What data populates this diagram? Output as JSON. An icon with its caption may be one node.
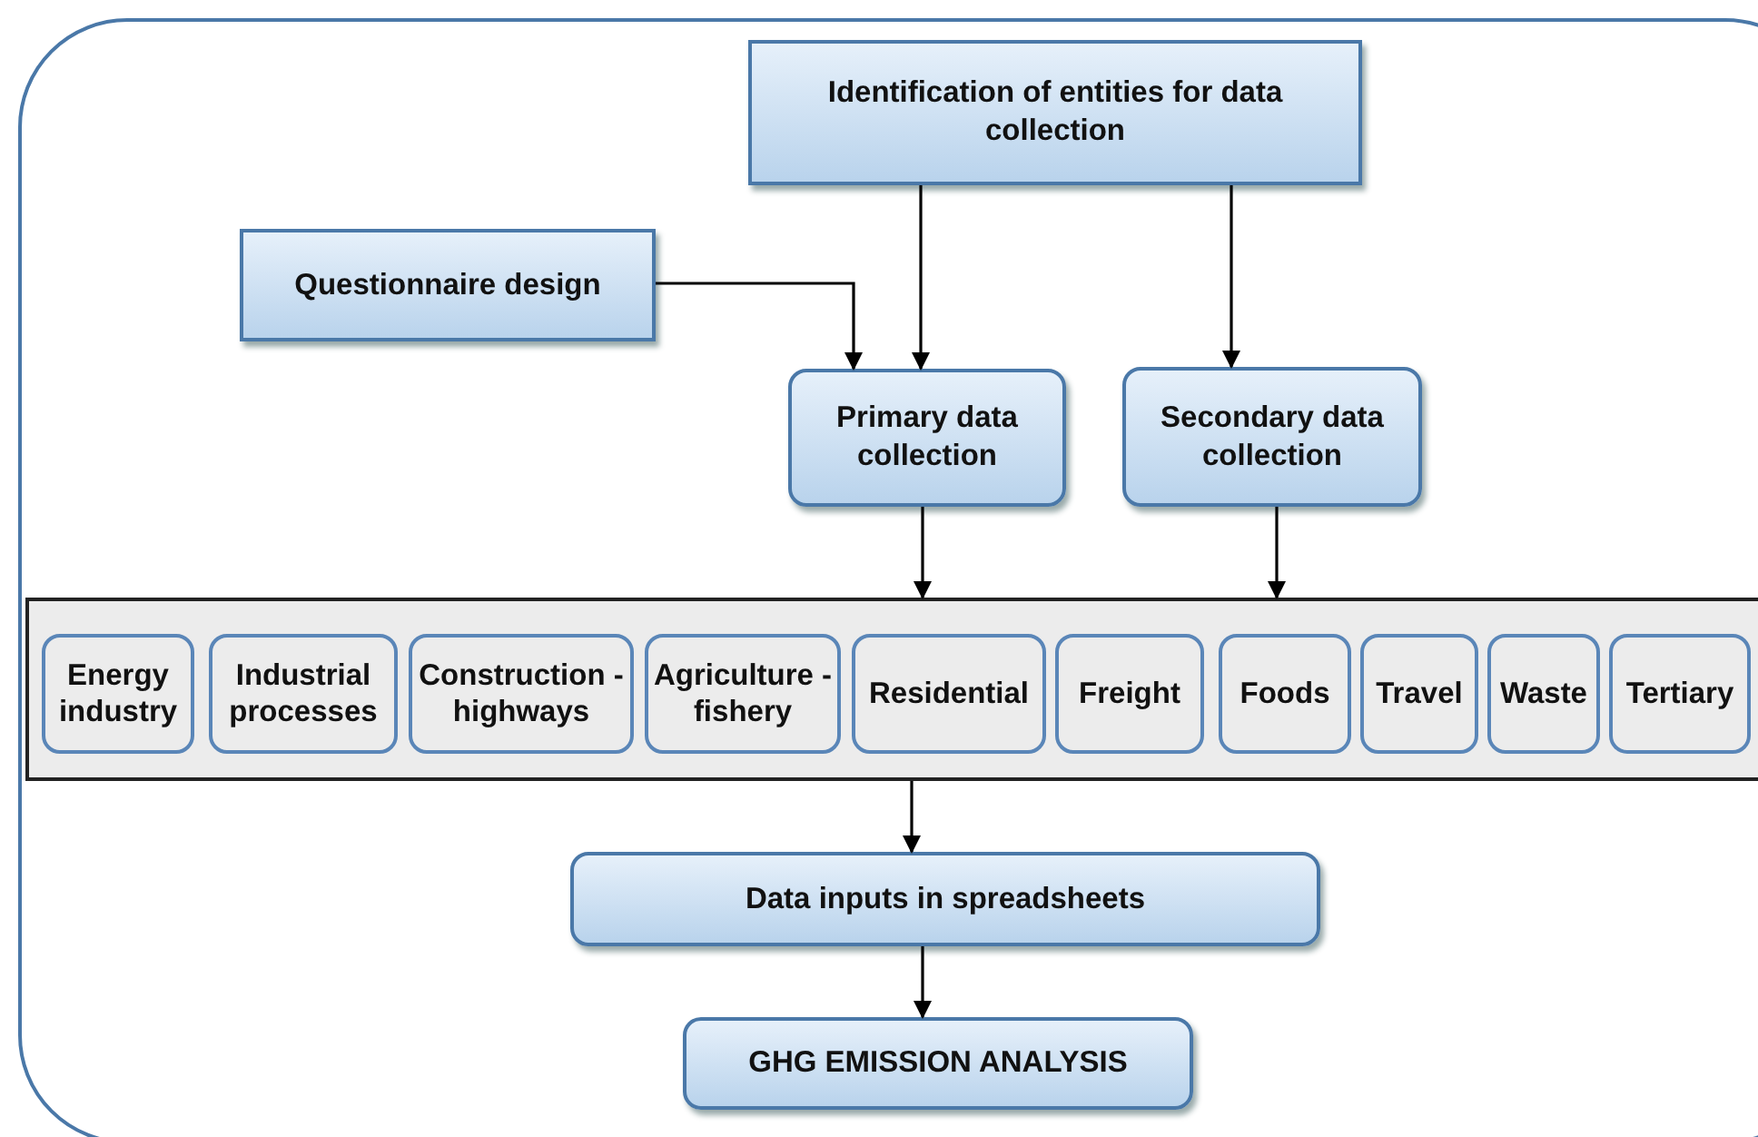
{
  "diagram": {
    "nodes": [
      {
        "text": [
          "Identification of entities for data collection"
        ]
      },
      {
        "text": [
          "Questionnaire design"
        ]
      },
      {
        "text": [
          "Primary data collection"
        ]
      },
      {
        "text": [
          "Secondary data collection"
        ]
      },
      {
        "text": [],
        "shape": "band"
      },
      {
        "text": [
          "Energy industry"
        ],
        "in": 4
      },
      {
        "text": [
          "Industrial processes"
        ],
        "in": 4
      },
      {
        "text": [
          "Construction - highways"
        ],
        "in": 4
      },
      {
        "text": [
          "Agriculture - fishery"
        ],
        "in": 4
      },
      {
        "text": [
          "Residential"
        ],
        "in": 4
      },
      {
        "text": [
          "Freight"
        ],
        "in": 4
      },
      {
        "text": [
          "Foods"
        ],
        "in": 4
      },
      {
        "text": [
          "Travel"
        ],
        "in": 4
      },
      {
        "text": [
          "Waste"
        ],
        "in": 4
      },
      {
        "text": [
          "Tertiary"
        ],
        "in": 4
      },
      {
        "text": [
          "Data inputs in spreadsheets"
        ]
      },
      {
        "text": [
          "GHG EMISSION ANALYSIS"
        ]
      }
    ],
    "edges": [
      {
        "from": 0,
        "to": 2,
        "arrow": "to"
      },
      {
        "from": 0,
        "to": 3,
        "arrow": "to"
      },
      {
        "from": 1,
        "to": 2,
        "arrow": "to"
      },
      {
        "from": 2,
        "to": 4,
        "arrow": "to"
      },
      {
        "from": 3,
        "to": 4,
        "arrow": "to"
      },
      {
        "from": 4,
        "to": 15,
        "arrow": "to"
      },
      {
        "from": 15,
        "to": 16,
        "arrow": "to"
      }
    ]
  }
}
